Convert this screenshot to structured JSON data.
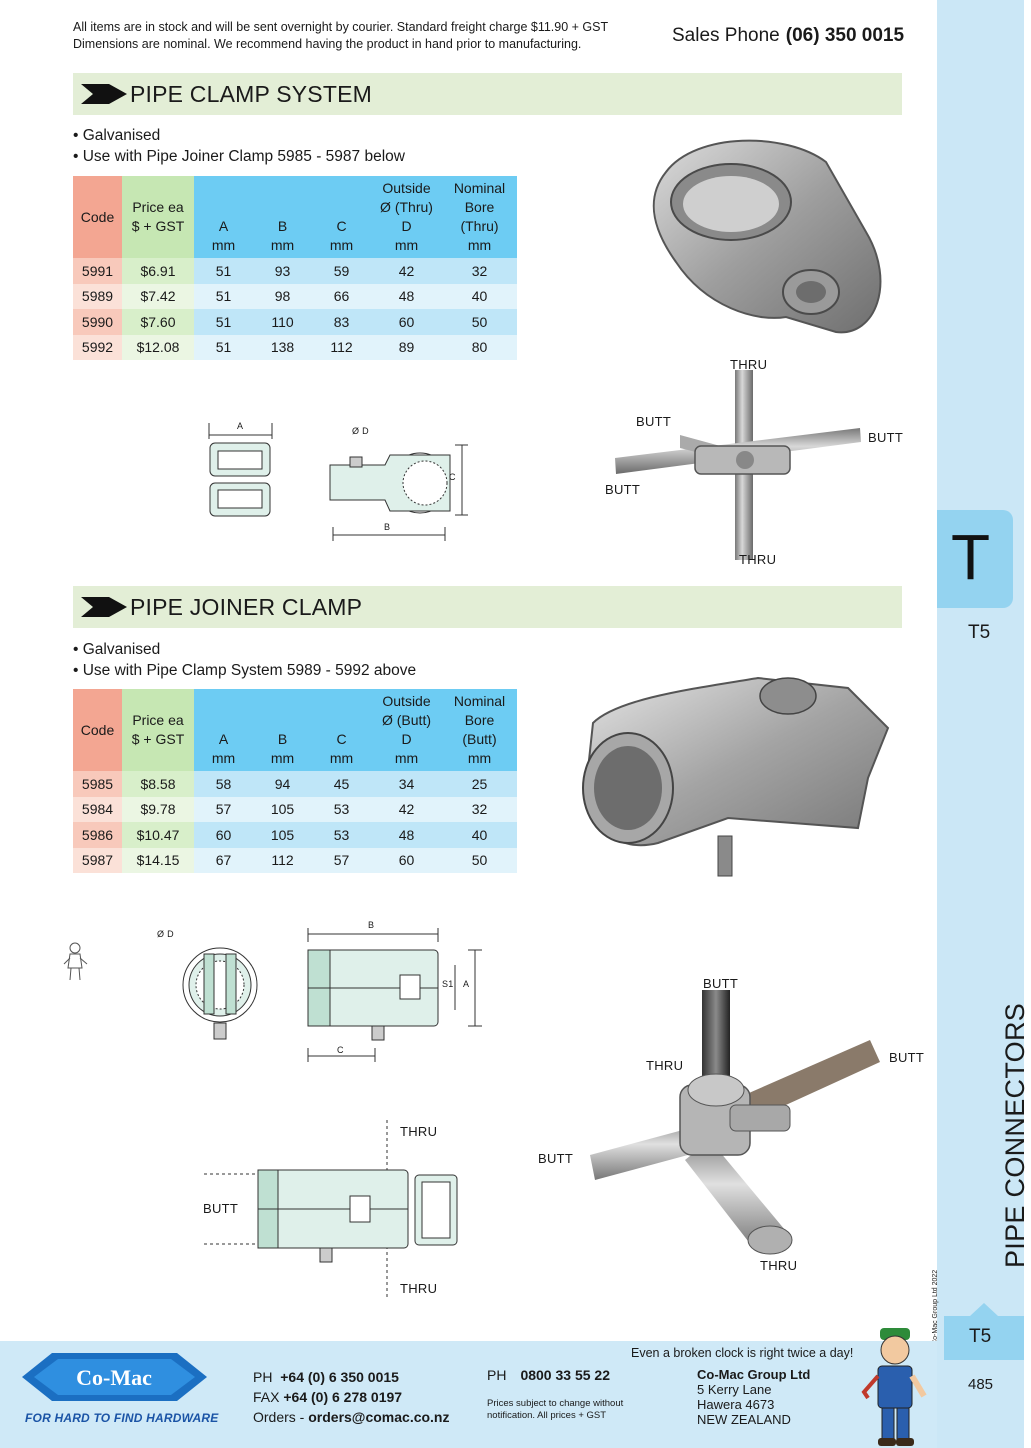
{
  "header": {
    "note_line1": "All items are in stock and will be sent overnight by courier. Standard freight charge $11.90 + GST",
    "note_line2": "Dimensions are nominal. We recommend having the product in hand prior to manufacturing.",
    "sales_label": "Sales Phone",
    "sales_number": "(06) 350 0015"
  },
  "section1": {
    "title": "PIPE CLAMP SYSTEM",
    "bullets": [
      "• Galvanised",
      "• Use with Pipe Joiner Clamp 5985 - 5987 below"
    ],
    "headers": {
      "code": "Code",
      "price1": "Price ea",
      "price2": "$ + GST",
      "a1": "A",
      "a2": "mm",
      "b1": "B",
      "b2": "mm",
      "c1": "C",
      "c2": "mm",
      "d1": "Outside",
      "d2": "Ø (Thru)",
      "d3": "D",
      "d4": "mm",
      "e1": "Nominal",
      "e2": "Bore",
      "e3": "(Thru)",
      "e4": "mm"
    },
    "rows": [
      [
        "5991",
        "$6.91",
        "51",
        "93",
        "59",
        "42",
        "32"
      ],
      [
        "5989",
        "$7.42",
        "51",
        "98",
        "66",
        "48",
        "40"
      ],
      [
        "5990",
        "$7.60",
        "51",
        "110",
        "83",
        "60",
        "50"
      ],
      [
        "5992",
        "$12.08",
        "51",
        "138",
        "112",
        "89",
        "80"
      ]
    ],
    "diagram_labels": {
      "a": "A",
      "d": "Ø D",
      "b": "B",
      "c": "C"
    },
    "photo_labels": {
      "thru_top": "THRU",
      "butt_left_top": "BUTT",
      "butt_right": "BUTT",
      "butt_left": "BUTT",
      "thru_bottom": "THRU"
    }
  },
  "section2": {
    "title": "PIPE JOINER CLAMP",
    "bullets": [
      "• Galvanised",
      "• Use with Pipe Clamp System 5989 - 5992 above"
    ],
    "headers": {
      "code": "Code",
      "price1": "Price ea",
      "price2": "$ + GST",
      "a1": "A",
      "a2": "mm",
      "b1": "B",
      "b2": "mm",
      "c1": "C",
      "c2": "mm",
      "d1": "Outside",
      "d2": "Ø (Butt)",
      "d3": "D",
      "d4": "mm",
      "e1": "Nominal",
      "e2": "Bore",
      "e3": "(Butt)",
      "e4": "mm"
    },
    "rows": [
      [
        "5985",
        "$8.58",
        "58",
        "94",
        "45",
        "34",
        "25"
      ],
      [
        "5984",
        "$9.78",
        "57",
        "105",
        "53",
        "42",
        "32"
      ],
      [
        "5986",
        "$10.47",
        "60",
        "105",
        "53",
        "48",
        "40"
      ],
      [
        "5987",
        "$14.15",
        "67",
        "112",
        "57",
        "60",
        "50"
      ]
    ],
    "diagram_labels": {
      "d": "Ø D",
      "b": "B",
      "s1": "S1",
      "a": "A",
      "c": "C",
      "thru_top": "THRU",
      "butt": "BUTT",
      "thru_bottom": "THRU"
    },
    "photo_labels": {
      "butt_top": "BUTT",
      "thru_left": "THRU",
      "butt_right": "BUTT",
      "butt_left": "BUTT",
      "thru_bottom": "THRU"
    }
  },
  "sidebar": {
    "tab_letter": "T",
    "tab_code": "T5",
    "category": "PIPE CONNECTORS",
    "copyright": "© Co-Mac Group Ltd 2022",
    "footer_tab": "T5",
    "page_number": "485"
  },
  "footer": {
    "logo_text": "Co-Mac",
    "tagline": "FOR HARD TO FIND HARDWARE",
    "ph_label": "PH",
    "ph_number": "+64 (0) 6 350 0015",
    "fax_label": "FAX",
    "fax_number": "+64 (0) 6 278 0197",
    "orders_label": "Orders -",
    "orders_email": "orders@comac.co.nz",
    "ph2_label": "PH",
    "ph2_number": "0800 33 55 22",
    "terms_line1": "Prices subject to change without",
    "terms_line2": "notification. All prices + GST",
    "company": "Co-Mac Group Ltd",
    "addr1": "5 Kerry Lane",
    "addr2": "Hawera 4673",
    "addr3": "NEW ZEALAND",
    "quote": "Even a broken clock is right twice a day!"
  },
  "colors": {
    "section_bar": "#e3eed6",
    "header_code": "#f3a692",
    "header_price": "#c6e7b3",
    "header_dims": "#6dccf3",
    "sidebar": "#cbe7f6",
    "tab": "#94d3f0",
    "brand_blue": "#1b54a6"
  }
}
